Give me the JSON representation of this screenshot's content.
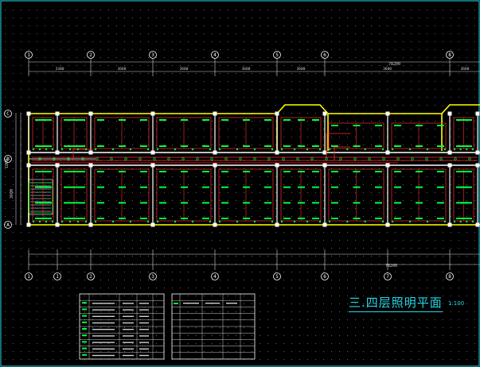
{
  "drawing": {
    "title": "三.四层照明平面",
    "scale": "1:100"
  },
  "axes": {
    "top": [
      "1",
      "2",
      "3",
      "4",
      "5",
      "6",
      "8"
    ],
    "bottom": [
      "1",
      "2",
      "3",
      "4",
      "5",
      "6",
      "7",
      "8"
    ],
    "left": [
      "C",
      "B",
      "A"
    ]
  },
  "dims": {
    "top_total": "78200",
    "top_segments": [
      "3300",
      "3600",
      "3600",
      "3600",
      "3600",
      "3600",
      "3600"
    ],
    "bottom_total": "78200",
    "left_segments": [
      "1800",
      "3600"
    ]
  },
  "colors": {
    "background": "#000000",
    "wall": "#ffffff",
    "outline": "#ffff00",
    "circuit": "#ff3030",
    "fixture": "#00ff40",
    "dimension": "#ffffff",
    "title": "#27d7e8"
  }
}
